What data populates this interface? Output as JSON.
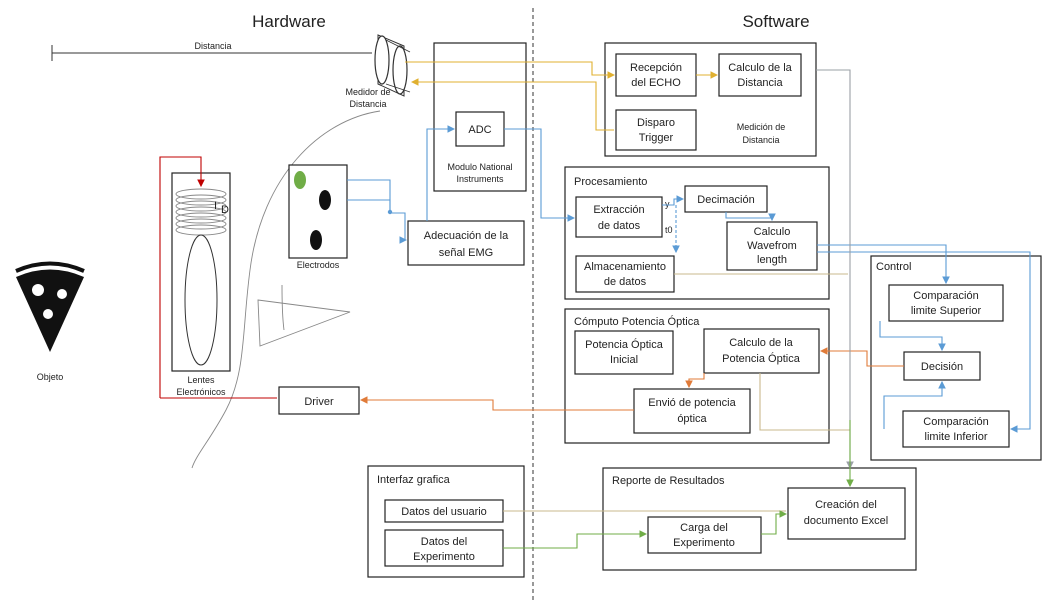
{
  "headings": {
    "hardware": "Hardware",
    "software": "Software"
  },
  "hardware": {
    "distancia": "Distancia",
    "medidor": [
      "Medidor de",
      "Distancia"
    ],
    "adc": "ADC",
    "modulo": [
      "Modulo National",
      "Instruments"
    ],
    "electrodos": "Electrodos",
    "adecuacion": [
      "Adecuación de la",
      "señal EMG"
    ],
    "lentes": [
      "Lentes",
      "Electrónicos"
    ],
    "current_symbol": "I",
    "current_sub": "D",
    "driver": "Driver",
    "objeto": "Objeto"
  },
  "medicion": {
    "title": [
      "Medición de",
      "Distancia"
    ],
    "recepcion": [
      "Recepción",
      "del ECHO"
    ],
    "calculo": [
      "Calculo de la",
      "Distancia"
    ],
    "disparo": [
      "Disparo",
      "Trigger"
    ]
  },
  "procesamiento": {
    "title": "Procesamiento",
    "extraccion": [
      "Extracción",
      "de datos"
    ],
    "decimacion": "Decimación",
    "wavefrom": [
      "Calculo",
      "Wavefrom",
      "length"
    ],
    "almacenamiento": [
      "Almacenamiento",
      "de datos"
    ],
    "y_label": "y",
    "t0_label": "t0"
  },
  "computo": {
    "title": "Cómputo Potencia Óptica",
    "inicial": [
      "Potencia Óptica",
      "Inicial"
    ],
    "calculo": [
      "Calculo de la",
      "Potencia Óptica"
    ],
    "envio": [
      "Envió de potencia",
      "óptica"
    ]
  },
  "control": {
    "title": "Control",
    "superior": [
      "Comparación",
      "limite Superior"
    ],
    "decision": "Decisión",
    "inferior": [
      "Comparación",
      "limite Inferior"
    ]
  },
  "interfaz": {
    "title": "Interfaz grafica",
    "usuario": "Datos del usuario",
    "experimento": [
      "Datos del",
      "Experimento"
    ]
  },
  "reporte": {
    "title": "Reporte de Resultados",
    "carga": [
      "Carga del",
      "Experimento"
    ],
    "excel": [
      "Creación del",
      "documento Excel"
    ]
  },
  "colors": {
    "yellow": "#e0b030",
    "blue": "#5b9bd5",
    "orange": "#e07b39",
    "green": "#70ad47",
    "gray": "#9aa0a6",
    "khaki": "#c9b98c",
    "red": "#c00000",
    "olive": "#6f9e3e"
  }
}
